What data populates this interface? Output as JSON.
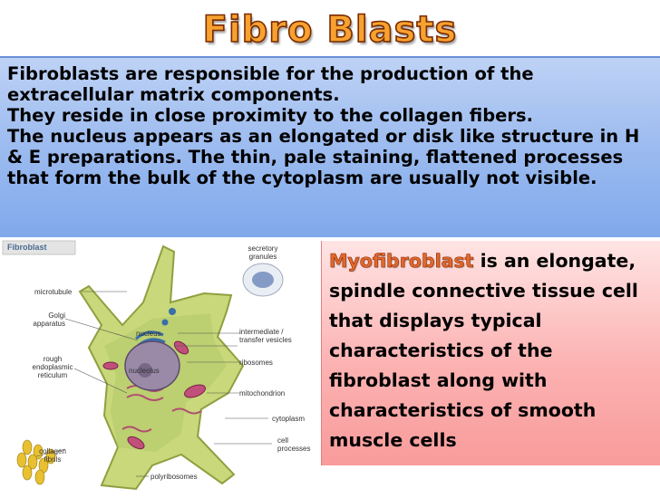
{
  "title": "Fibro Blasts",
  "intro": {
    "lines": [
      "Fibroblasts are responsible for the production of the extracellular matrix components.",
      "They reside in close proximity to the collagen fibers.",
      "The nucleus appears as an elongated or disk like structure in H & E preparations. The thin, pale staining, flattened processes that form the bulk of the cytoplasm are usually not visible."
    ]
  },
  "myofibroblast": {
    "term": "Myofibroblast",
    "text": " is an elongate, spindle connective tissue cell that displays typical characteristics of the fibroblast along with characteristics of smooth muscle cells"
  },
  "diagram": {
    "heading": "Fibroblast",
    "labels": {
      "secretory_granules": "secretory granules",
      "microtubule": "microtubule",
      "golgi": "Golgi apparatus",
      "nucleus": "nucleus",
      "intermediate": "intermediate / transfer vesicles",
      "ribosomes": "ribosomes",
      "nucleolus": "nucleolus",
      "rough_er": "rough endoplasmic reticulum",
      "mitochondrion": "mitochondrion",
      "cytoplasm": "cytoplasm",
      "cell_processes": "cell processes",
      "collagen": "collagen fibrils",
      "polyribosomes": "polyribosomes"
    },
    "colors": {
      "cytoplasm": "#c8d87a",
      "nucleus": "#9a8aa8",
      "mitochondria": "#c0507a",
      "collagen": "#e8c030",
      "golgi": "#3a6ea8"
    }
  }
}
